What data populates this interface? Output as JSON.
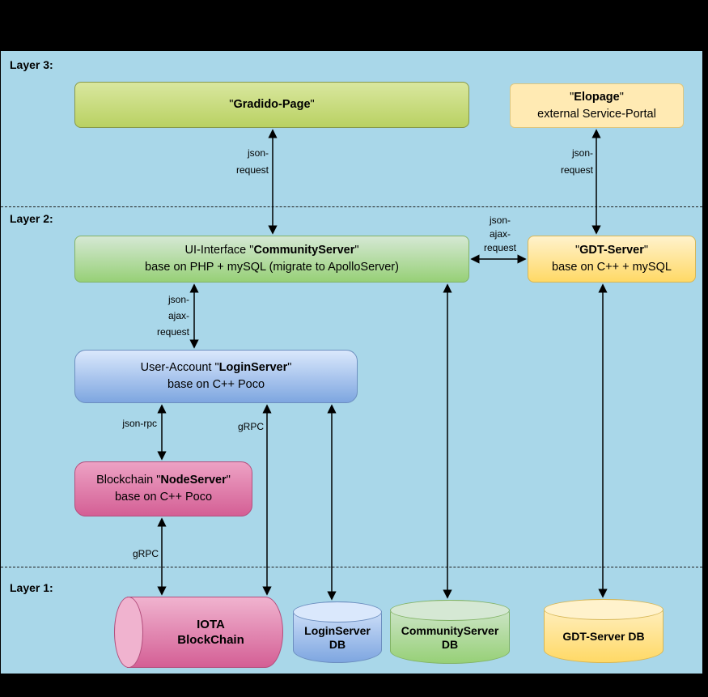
{
  "layers": {
    "layer3": "Layer 3:",
    "layer2": "Layer 2:",
    "layer1": "Layer 1:"
  },
  "nodes": {
    "gradido_page": {
      "pre": "\"",
      "name": "Gradido-Page",
      "post": "\""
    },
    "elopage": {
      "pre": "\"",
      "name": "Elopage",
      "post": "\"",
      "line2": "external Service-Portal"
    },
    "community_server": {
      "pre": "UI-Interface \"",
      "name": "CommunityServer",
      "post": "\"",
      "line2": "base on PHP + mySQL (migrate to ApolloServer)"
    },
    "gdt_server": {
      "pre": "\"",
      "name": "GDT-Server",
      "post": "\"",
      "line2": "base on C++ + mySQL"
    },
    "login_server": {
      "pre": "User-Account \"",
      "name": "LoginServer",
      "post": "\"",
      "line2": "base on C++ Poco"
    },
    "node_server": {
      "pre": "Blockchain \"",
      "name": "NodeServer",
      "post": "\"",
      "line2": "base on C++ Poco"
    },
    "iota_blockchain": {
      "line1": "IOTA",
      "line2": "BlockChain"
    },
    "login_db": {
      "line1": "LoginServer",
      "line2": "DB"
    },
    "community_db": {
      "line1": "CommunityServer",
      "line2": "DB"
    },
    "gdt_db": {
      "line1": "GDT-Server DB"
    }
  },
  "edges": {
    "gradido_to_community": {
      "l1": "json-",
      "l2": "request"
    },
    "elopage_to_gdt": {
      "l1": "json-",
      "l2": "request"
    },
    "community_to_gdt": {
      "l1": "json-",
      "l2": "ajax-",
      "l3": "request"
    },
    "community_to_login": {
      "l1": "json-",
      "l2": "ajax-",
      "l3": "request"
    },
    "login_to_node": {
      "label": "json-rpc"
    },
    "login_to_iota": {
      "label": "gRPC"
    },
    "node_to_iota": {
      "label": "gRPC"
    }
  },
  "colors": {
    "background": "#a9d7e9",
    "green_accent": "#97d077",
    "lime_accent": "#b9d162",
    "yellow_accent": "#ffd966",
    "blue_accent": "#7ea6e0",
    "pink_accent": "#d45f95"
  }
}
